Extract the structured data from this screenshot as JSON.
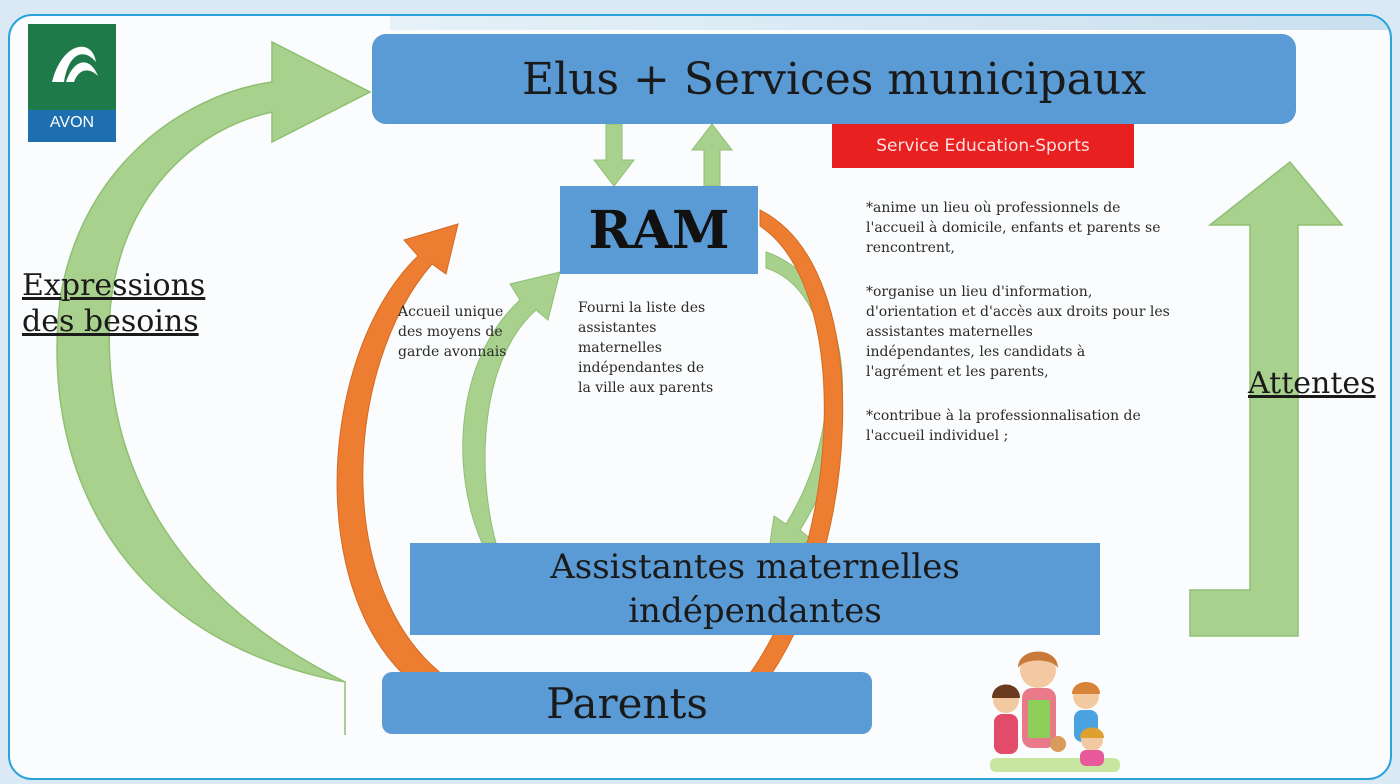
{
  "logo": {
    "text": "AVON",
    "icon": "avon-logo"
  },
  "top_box": {
    "label": "Elus + Services municipaux"
  },
  "service_tag": {
    "label": "Service Education-Sports"
  },
  "ram_box": {
    "label": "RAM"
  },
  "am_box": {
    "line1": "Assistantes maternelles",
    "line2": "indépendantes"
  },
  "parents_box": {
    "label": "Parents"
  },
  "left_label": {
    "line1": "Expressions",
    "line2": "des besoins"
  },
  "right_label": {
    "label": "Attentes"
  },
  "note_accueil": "Accueil unique\ndes moyens de\ngarde avonnais",
  "note_liste": "Fourni la liste des\nassistantes\nmaternelles\nindépendantes de\nla ville aux parents",
  "missions": [
    "*anime un lieu où professionnels de\nl'accueil à domicile, enfants et parents se\nrencontrent,",
    "*organise un lieu d'information,\nd'orientation et d'accès aux droits pour les\nassistantes maternelles\nindépendantes, les candidats à\nl'agrément et les parents,",
    "*contribue à la professionnalisation de\nl'accueil individuel ;"
  ],
  "colors": {
    "box": "#5b9bd5",
    "green_arrow": "#a9d18e",
    "orange_arrow": "#ed7d31",
    "red_tag": "#e8201f",
    "frame": "#29a3dc"
  },
  "illustration": "children-with-caregiver-clipart"
}
